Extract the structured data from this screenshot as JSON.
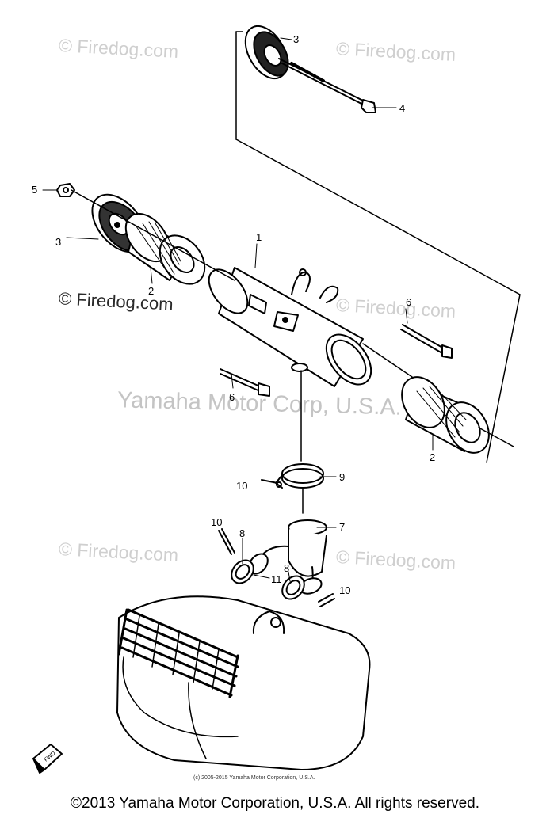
{
  "watermarks": {
    "firedog": "© Firedog.com",
    "center": "Yamaha Motor Corp, U.S.A."
  },
  "callouts": [
    "1",
    "2",
    "2",
    "3",
    "3",
    "4",
    "5",
    "6",
    "6",
    "7",
    "8",
    "8",
    "9",
    "10",
    "10",
    "10",
    "11"
  ],
  "fwd_label": "FWD",
  "small_copyright": "(c) 2005-2015 Yamaha Motor Corporation, U.S.A.",
  "footer": "©2013 Yamaha Motor Corporation, U.S.A. All rights reserved."
}
